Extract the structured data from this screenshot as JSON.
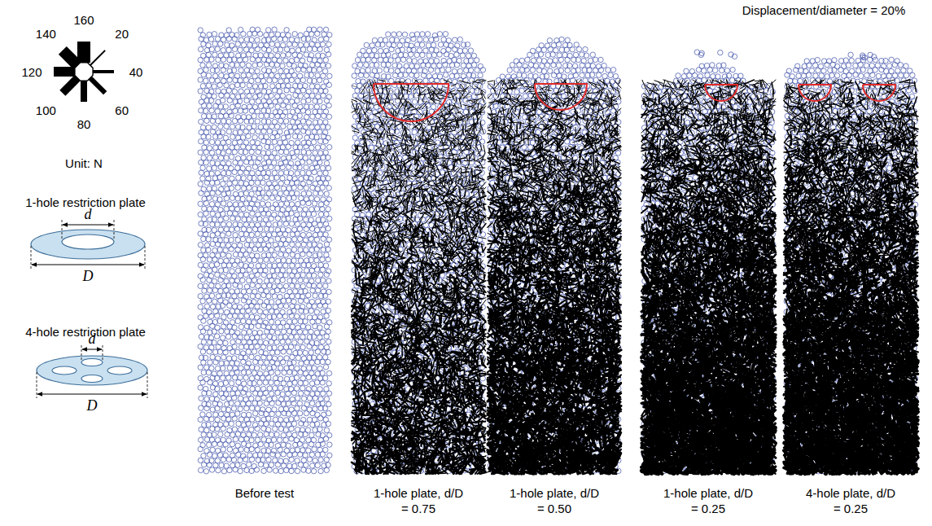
{
  "diagram": {
    "labels": [
      "160",
      "140",
      "20",
      "120",
      "40",
      "100",
      "60",
      "80",
      "Unit: N",
      "1-hole restriction plate",
      "d",
      "D",
      "4-hole restriction plate",
      "d",
      "D",
      "Displacement/diameter = 20%",
      "Before test",
      "1-hole plate, d/D = 0.75",
      "1-hole plate, d/D = 0.50",
      "1-hole plate, d/D = 0.25",
      "4-hole plate, d/D = 0.25"
    ]
  }
}
